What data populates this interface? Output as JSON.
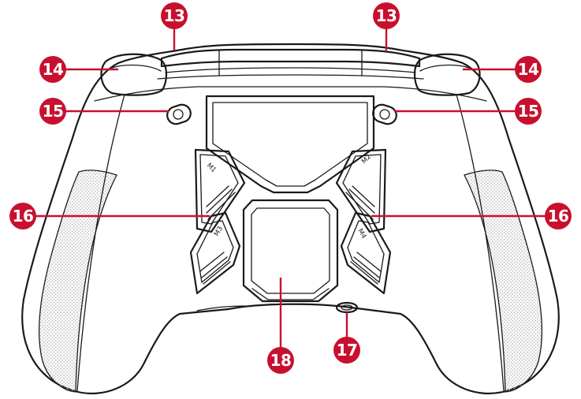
{
  "colors": {
    "callout": "#c8102e",
    "line": "#1a1a1a",
    "grip": "#cfcfcf"
  },
  "callouts": [
    {
      "id": "bumper-left",
      "number": "13"
    },
    {
      "id": "bumper-right",
      "number": "13"
    },
    {
      "id": "trigger-left",
      "number": "14"
    },
    {
      "id": "trigger-right",
      "number": "14"
    },
    {
      "id": "trigger-stop-left",
      "number": "15"
    },
    {
      "id": "trigger-stop-right",
      "number": "15"
    },
    {
      "id": "macro-left",
      "number": "16"
    },
    {
      "id": "macro-right",
      "number": "16"
    },
    {
      "id": "usb-port",
      "number": "17"
    },
    {
      "id": "back-cover",
      "number": "18"
    }
  ],
  "macro_buttons": {
    "m1": "M1",
    "m2": "M2",
    "m3": "M3",
    "m4": "M4"
  }
}
